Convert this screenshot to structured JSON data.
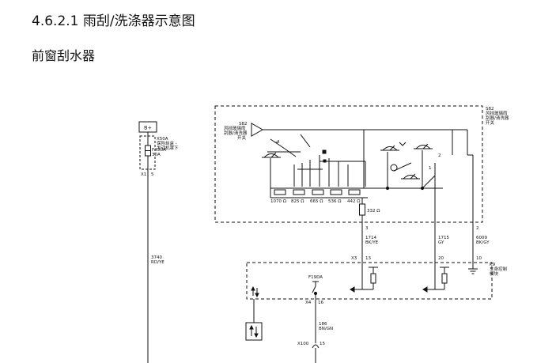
{
  "section_title": "4.6.2.1 雨刮/洗涤器示意图",
  "section_subtitle": "前窗刮水器",
  "battery": {
    "label": "B+"
  },
  "fusebox": {
    "code": "X50A",
    "name_l1": "保险丝盒 -",
    "name_l2": "发动机罩下"
  },
  "fuse_main": {
    "id": "F43UA",
    "rating": "30A"
  },
  "connector_x1": {
    "id": "X1",
    "pin": "5"
  },
  "wire_3740": {
    "number": "3740",
    "color": "RD/YE"
  },
  "switch_s82_left": {
    "code": "S82",
    "l1": "风挡玻璃雨",
    "l2": "刮器/清洗器",
    "l3": "开关"
  },
  "switch_s82_right": {
    "code": "S82",
    "l1": "风挡玻璃雨",
    "l2": "刮器/清洗器",
    "l3": "开关"
  },
  "resistor_ladder": [
    {
      "value": "1070 Ω"
    },
    {
      "value": "825 Ω"
    },
    {
      "value": "665 Ω"
    },
    {
      "value": "536 Ω"
    },
    {
      "value": "442 Ω"
    }
  ],
  "resistor_series": {
    "value": "332 Ω"
  },
  "switch_pins": {
    "p3": "3",
    "p1": "1",
    "p2_top": "2",
    "p2": "2"
  },
  "wire_1714": {
    "number": "1714",
    "color": "BK/YE"
  },
  "wire_1715": {
    "number": "1715",
    "color": "GY"
  },
  "wire_6009": {
    "number": "6009",
    "color": "BK/GY"
  },
  "bcm_connector": {
    "id": "X3",
    "pin_13": "13",
    "pin_20": "20",
    "pin_10": "10"
  },
  "bcm": {
    "code": "K9",
    "l1": "车身控制",
    "l2": "模块"
  },
  "fuse_f19da": {
    "id": "F19DA"
  },
  "connector_x4": {
    "id": "X4",
    "pin": "16"
  },
  "wire_186": {
    "number": "186",
    "color": "BN/GN"
  },
  "connector_x100": {
    "id": "X100",
    "pin": "15"
  }
}
